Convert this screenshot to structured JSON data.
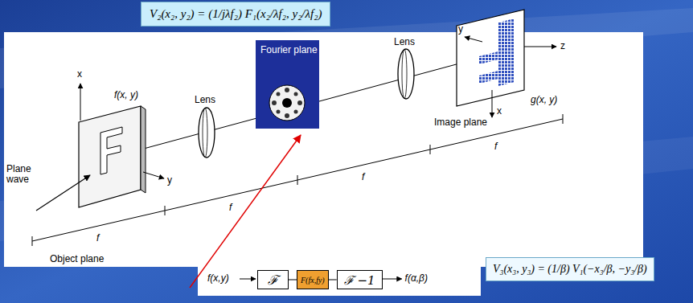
{
  "diagram": {
    "nodes": [
      {
        "text": [
          "V₂(x₂, y₂) = (1/jλf₂) F₁(x₂/λf₂, y₂/λf₂)"
        ]
      },
      {
        "text": [
          "ℱ"
        ]
      },
      {
        "text": [
          "F(fx,fy)"
        ]
      },
      {
        "text": [
          "ℱ −1"
        ]
      },
      {
        "text": [
          "V₃(x₃, y₃) = (1/β) V₁(−x₃/β, −y₃/β)"
        ]
      }
    ],
    "edges": [
      {
        "from": 1,
        "to": 2,
        "arrow": "none"
      },
      {
        "from": 2,
        "to": 3,
        "arrow": "none"
      }
    ],
    "labels": [
      "Fourier plane",
      "Lens",
      "Lens",
      "Image plane",
      "x",
      "y",
      "y",
      "z",
      "x",
      "f(x, y)",
      "g(x, y)",
      "Plane wave",
      "Object plane",
      "f",
      "f",
      "f",
      "f",
      "f(x,y)",
      "f(α,β)"
    ]
  }
}
